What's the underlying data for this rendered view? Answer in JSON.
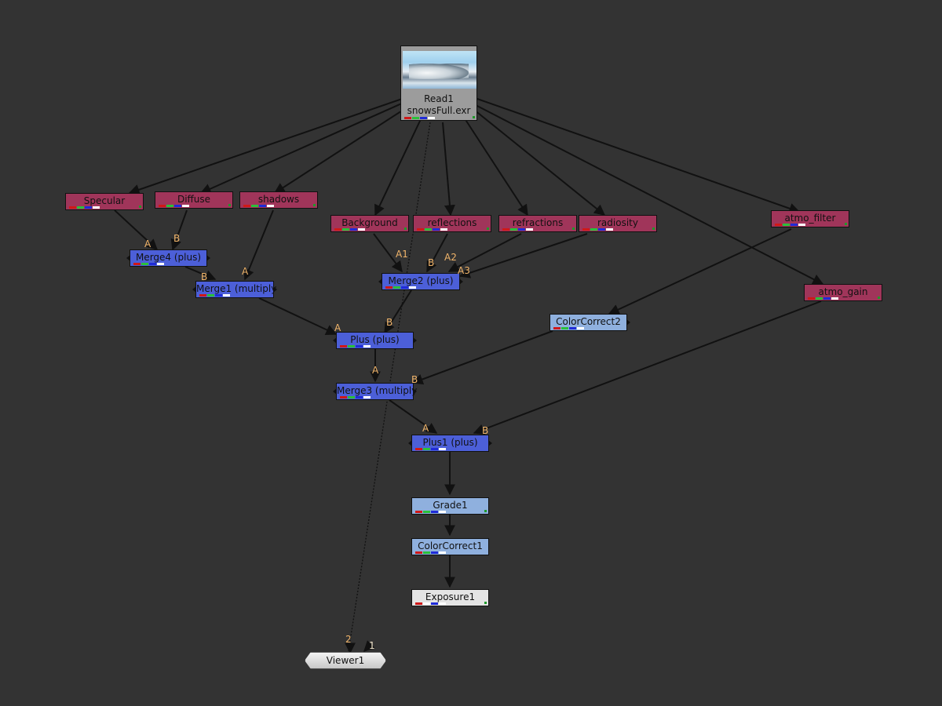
{
  "colors": {
    "background": "#333333",
    "merge_node": "#4c5fd8",
    "channel_node": "#a0355a",
    "color_node": "#8fb0de",
    "exposure_node": "#e4e4e4",
    "wire": "#111111",
    "input_label": "#f0b46a"
  },
  "read_node": {
    "name": "Read1",
    "file": "snowsFull.exr"
  },
  "channel_nodes": [
    {
      "name": "Specular"
    },
    {
      "name": "Diffuse"
    },
    {
      "name": "shadows"
    },
    {
      "name": "Background"
    },
    {
      "name": "reflections"
    },
    {
      "name": "refractions"
    },
    {
      "name": "radiosity"
    },
    {
      "name": "atmo_filter"
    },
    {
      "name": "atmo_gain"
    }
  ],
  "merge_nodes": [
    {
      "name": "Merge4 (plus)"
    },
    {
      "name": "Merge1 (multiply"
    },
    {
      "name": "Merge2 (plus)"
    },
    {
      "name": "Plus (plus)"
    },
    {
      "name": "Merge3 (multiply"
    },
    {
      "name": "Plus1 (plus)"
    }
  ],
  "color_nodes": [
    {
      "name": "ColorCorrect2"
    },
    {
      "name": "Grade1"
    },
    {
      "name": "ColorCorrect1"
    },
    {
      "name": "Exposure1"
    }
  ],
  "viewer": {
    "name": "Viewer1"
  },
  "input_labels": [
    "A",
    "B",
    "B",
    "A",
    "A1",
    "B",
    "A2",
    "A3",
    "A",
    "B",
    "A",
    "B",
    "A",
    "B",
    "2",
    "1"
  ]
}
